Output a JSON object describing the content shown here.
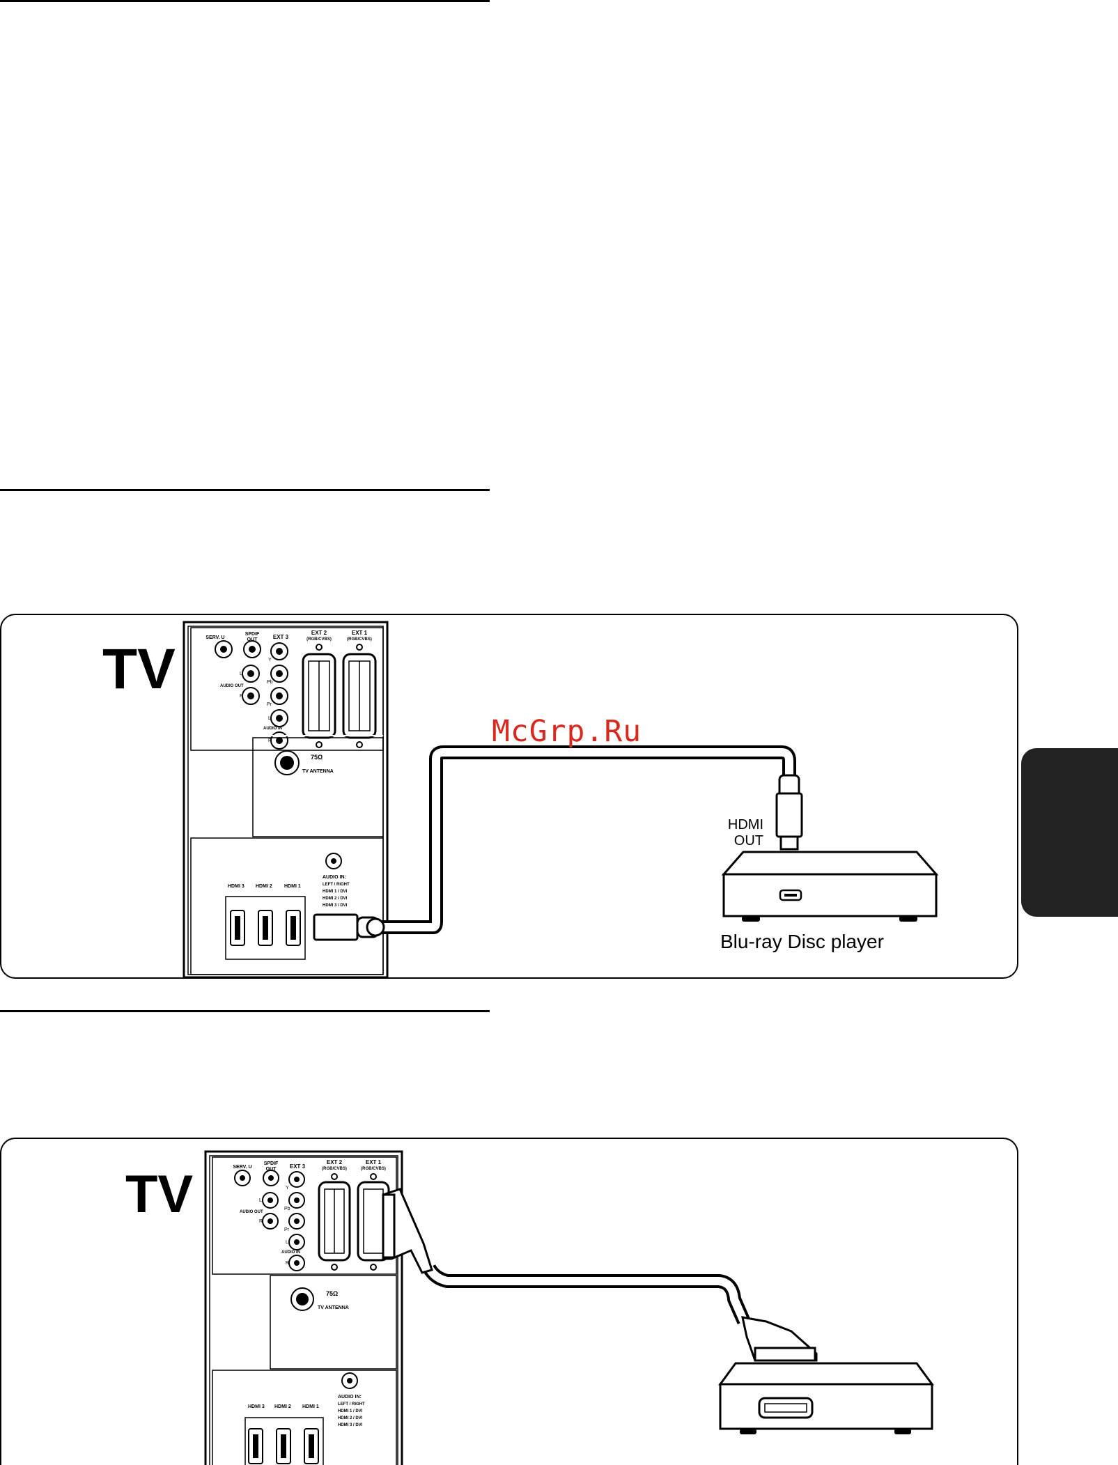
{
  "diagram1": {
    "tv_label": "TV",
    "panel_labels": {
      "serv_u": "SERV. U",
      "spdif": "SPDIF",
      "out": "OUT",
      "ext3": "EXT 3",
      "ext2": "EXT 2",
      "ext1": "EXT 1",
      "rgb_cvbs": "(RGB/CVBS)",
      "y": "Y",
      "pb": "Pb",
      "pr": "Pr",
      "l": "L",
      "r": "R",
      "audio_out": "AUDIO OUT",
      "audio_in": "AUDIO IN",
      "ohm": "75Ω",
      "tv_antenna": "TV ANTENNA",
      "hdmi3": "HDMI 3",
      "hdmi2": "HDMI 2",
      "hdmi1": "HDMI 1",
      "audio_in_title": "AUDIO IN:",
      "left_right": "LEFT / RIGHT",
      "hdmi1_dvi": "HDMI 1 / DVI",
      "hdmi2_dvi": "HDMI 2 / DVI",
      "hdmi3_dvi": "HDMI 3 / DVI"
    },
    "hdmi_out_line1": "HDMI",
    "hdmi_out_line2": "OUT",
    "device_label": "Blu-ray Disc player"
  },
  "diagram2": {
    "tv_label": "TV",
    "panel_labels": {
      "serv_u": "SERV. U",
      "spdif": "SPDIF",
      "out": "OUT",
      "ext3": "EXT 3",
      "ext2": "EXT 2",
      "ext1": "EXT 1",
      "rgb_cvbs": "(RGB/CVBS)",
      "y": "Y",
      "pb": "Pb",
      "pr": "Pr",
      "l": "L",
      "r": "R",
      "audio_out": "AUDIO OUT",
      "audio_in": "AUDIO IN",
      "ohm": "75Ω",
      "tv_antenna": "TV ANTENNA",
      "hdmi3": "HDMI 3",
      "hdmi2": "HDMI 2",
      "hdmi1": "HDMI 1",
      "audio_in_title": "AUDIO IN:",
      "left_right": "LEFT / RIGHT",
      "hdmi1_dvi": "HDMI 1 / DVI",
      "hdmi2_dvi": "HDMI 2 / DVI",
      "hdmi3_dvi": "HDMI 3 / DVI"
    }
  },
  "watermark": "McGrp.Ru"
}
